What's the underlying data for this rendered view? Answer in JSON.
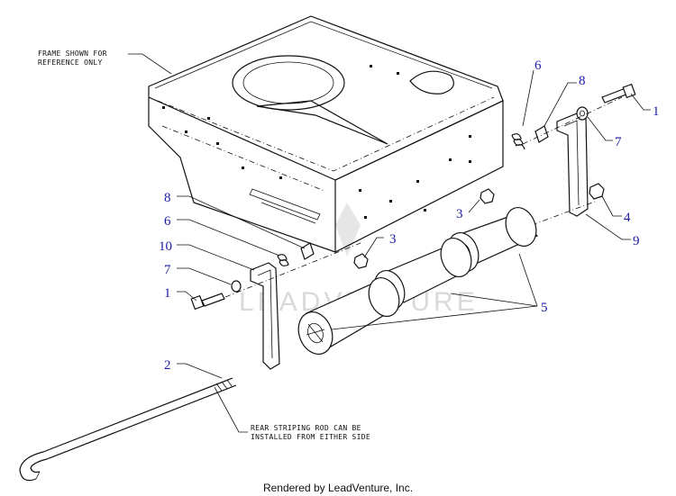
{
  "notes": {
    "frame_note_line1": "FRAME SHOWN FOR",
    "frame_note_line2": "REFERENCE ONLY",
    "rod_note_line1": "REAR STRIPING ROD CAN BE",
    "rod_note_line2": "INSTALLED FROM EITHER SIDE"
  },
  "callouts": {
    "c1_right": "1",
    "c1_left": "1",
    "c2": "2",
    "c3_right": "3",
    "c3_left": "3",
    "c4": "4",
    "c5": "5",
    "c6_right": "6",
    "c6_left": "6",
    "c7_right": "7",
    "c7_left": "7",
    "c8_right": "8",
    "c8_left": "8",
    "c9": "9",
    "c10": "10"
  },
  "watermark": "LEADVENTURE",
  "footer": "Rendered by LeadVenture, Inc.",
  "colors": {
    "callout": "#1a1aa6",
    "line": "#111111",
    "watermark": "#d9d9d9"
  }
}
